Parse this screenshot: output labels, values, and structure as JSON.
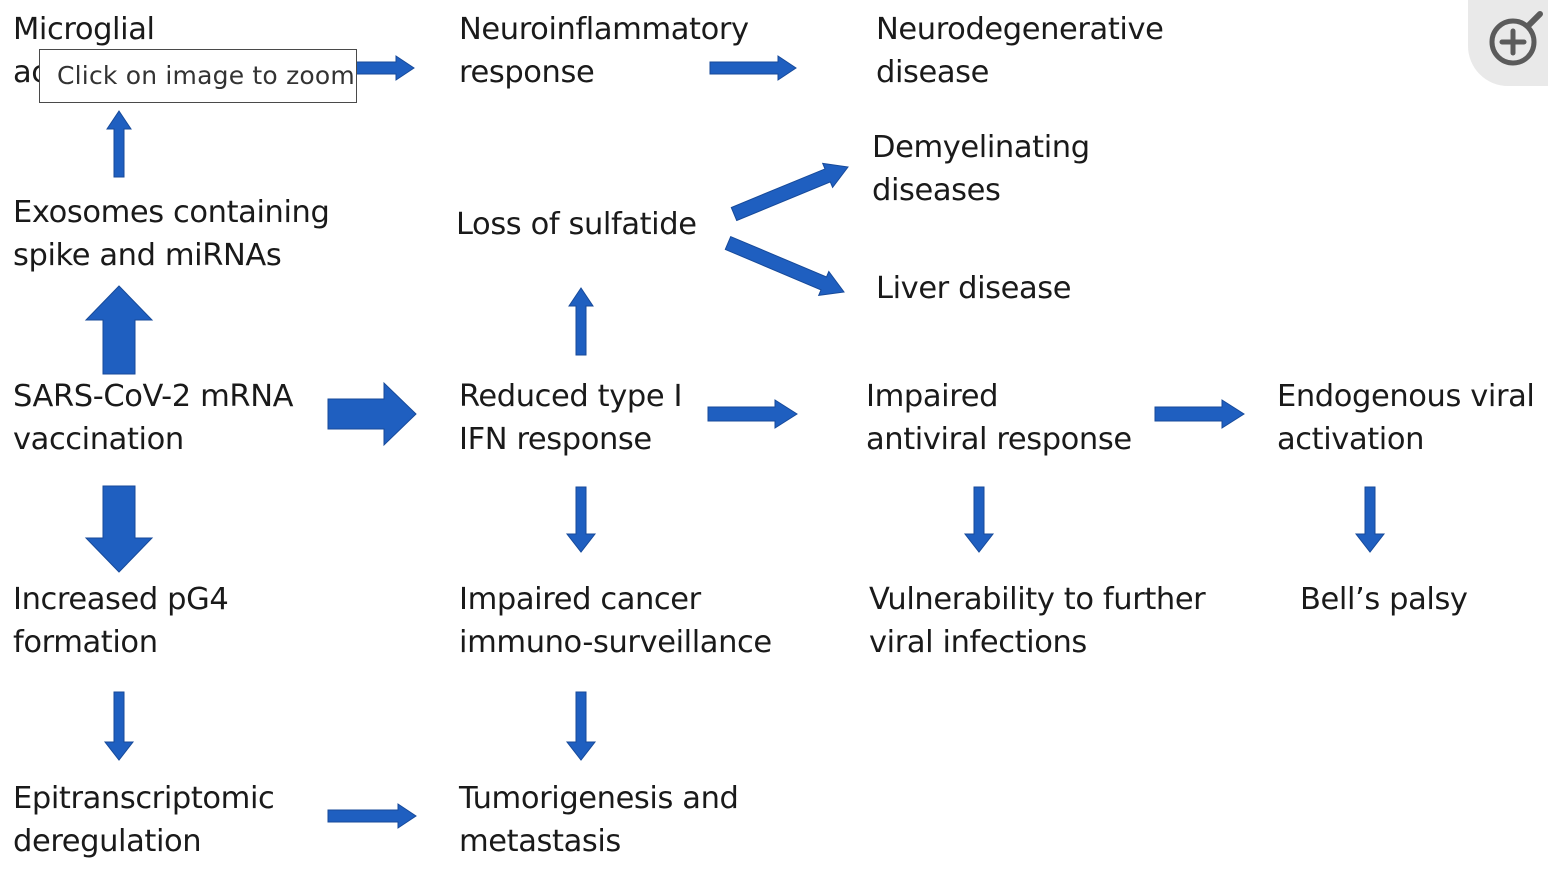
{
  "diagram": {
    "nodes": {
      "microglial": [
        "Microglial",
        "activation"
      ],
      "neuroinflammatory": [
        "Neuroinflammatory",
        "response"
      ],
      "neurodegenerative": [
        "Neurodegenerative",
        "disease"
      ],
      "exosomes": [
        "Exosomes containing",
        "spike and miRNAs"
      ],
      "loss_sulfatide": [
        "Loss of sulfatide"
      ],
      "demyelinating": [
        "Demyelinating",
        "diseases"
      ],
      "liver": [
        "Liver disease"
      ],
      "sars": [
        "SARS-CoV-2 mRNA",
        "vaccination"
      ],
      "reduced_ifn": [
        "Reduced type I",
        "IFN response"
      ],
      "impaired_antiviral": [
        "Impaired",
        "antiviral response"
      ],
      "endogenous": [
        "Endogenous viral",
        "activation"
      ],
      "pg4": [
        "Increased pG4",
        "formation"
      ],
      "cancer": [
        "Impaired cancer",
        "immuno-surveillance"
      ],
      "vulnerability": [
        "Vulnerability to further",
        "viral infections"
      ],
      "bells": [
        "Bell’s palsy"
      ],
      "epitranscriptomic": [
        "Epitranscriptomic",
        "deregulation"
      ],
      "tumorigenesis": [
        "Tumorigenesis and",
        "metastasis"
      ]
    },
    "arrow_color": "#1f5fc0",
    "arrow_edge_color": "#174a9a"
  },
  "overlay": {
    "tooltip": "Click on image to zoom",
    "zoom_icon": "zoom-in-icon"
  }
}
